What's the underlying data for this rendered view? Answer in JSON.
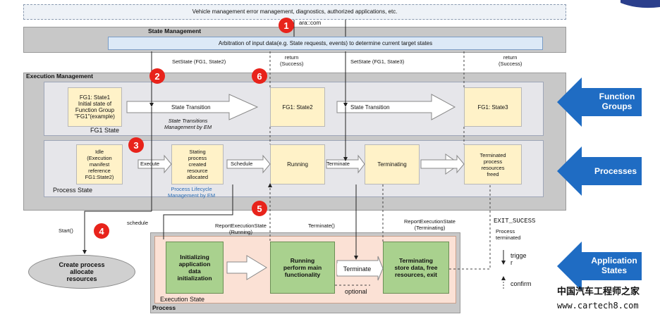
{
  "top_bar": "Vehicle management error management, diagnostics, authorized applications, etc.",
  "state_management": {
    "title": "State Management",
    "arbitration": "Arbitration of input data(e.g. State requests, events) to determine current target states",
    "ara_com": "ara::com"
  },
  "labels": {
    "setstate1": "SetState (FG1, State2)",
    "setstate2": "SetState (FG1, State3)",
    "return1": "return\n(Success)",
    "return2": "return\n(Success)",
    "start": "Start()",
    "schedule": "schedule",
    "report_running": "ReportExecutionState\n(Running)",
    "terminate_call": "Terminate()",
    "report_terminating": "ReportExecutionState\n(Terminating)",
    "exit_success": "EXIT_SUCESS",
    "process_terminated": "Process\nterminated",
    "trigger": "trigge\nr",
    "confirm": "confirm",
    "optional": "optional"
  },
  "execution_management": {
    "title": "Execution Management",
    "fg_row": {
      "fg1_state1": "FG1:  State1\nInitial state of\nFunction Group\n\"FG1\"(example)",
      "state_transition_1": "State Transition",
      "transitions_note": "State Transitions\nManagement by EM",
      "fg1_state2": "FG1:  State2",
      "state_transition_2": "State Transition",
      "fg1_state3": "FG1:  State3",
      "row_label": "FG1 State"
    },
    "process_row": {
      "idle": "Idle\n(Execution\nmanifest\nreference\nFG1:State2)",
      "execute": "Execute",
      "stating": "Stating\nprocess\ncreated\nresource\nallocated",
      "schedule": "Schedule",
      "running": "Running",
      "terminate": "Terminate",
      "terminating": "Terminating",
      "terminated": "Terminated\nprocess\nresources\nfreed",
      "lifecycle_note": "Process Lifecycle\nManagement by EM",
      "row_label": "Process State"
    }
  },
  "process": {
    "title": "Process",
    "create": "Create process\nallocate\nresources",
    "initializing": "Initializing\napplication\ndata\ninitialization",
    "running": "Running\nperform main\nfunctionality",
    "terminate": "Terminate",
    "terminating": "Terminating\nstore data, free\nresources, exit",
    "execution_state": "Execution State"
  },
  "side_arrows": {
    "function_groups": "Function\nGroups",
    "processes": "Processes",
    "application_states": "Application\nStates"
  },
  "badges": [
    "1",
    "2",
    "3",
    "4",
    "5",
    "6"
  ],
  "watermark": {
    "cn": "中国汽车工程师之家",
    "url": "www.cartech8.com"
  },
  "colors": {
    "frame_gray": "#c8c8c8",
    "inner_gray": "#e6e6ea",
    "arbitration_blue": "#dce9f7",
    "state_yellow": "#fff2c8",
    "app_green": "#a9d18e",
    "exec_pink": "#fbe1d5",
    "side_blue": "#1f6cc3",
    "badge_red": "#e8231b"
  }
}
